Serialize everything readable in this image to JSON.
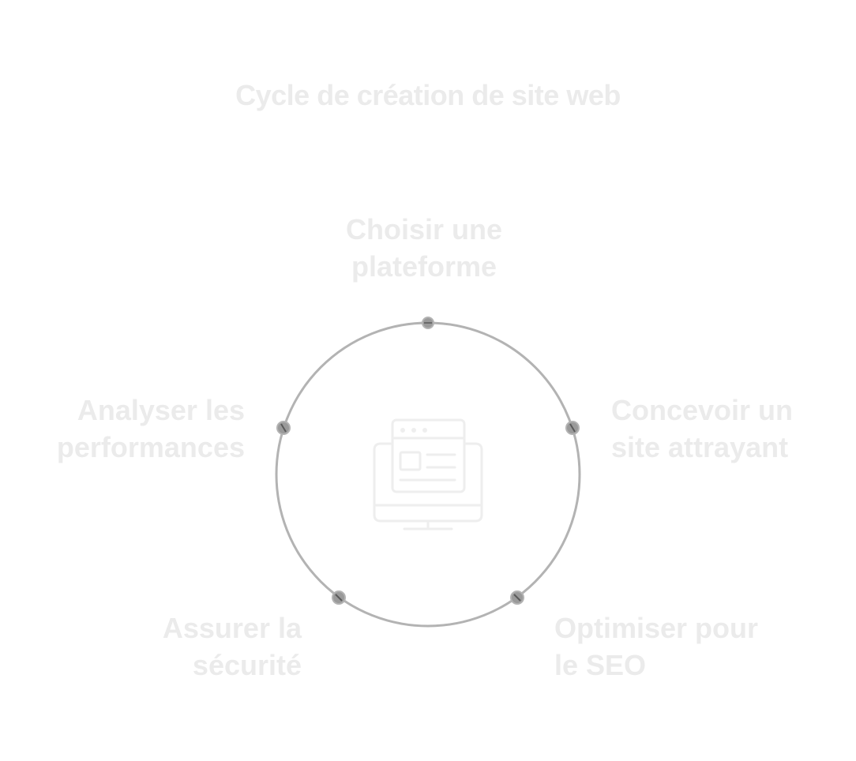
{
  "title": "Cycle de création de site web",
  "steps": [
    {
      "line1": "Choisir une",
      "line2": "plateforme"
    },
    {
      "line1": "Concevoir un",
      "line2": "site attrayant"
    },
    {
      "line1": "Optimiser pour",
      "line2": "le SEO"
    },
    {
      "line1": "Assurer la",
      "line2": "sécurité"
    },
    {
      "line1": "Analyser les",
      "line2": "performances"
    }
  ],
  "center_icon": "website-browser-icon",
  "colors": {
    "ring": "#b3b3b3",
    "node": "#8f8f8f",
    "text": "#ebebeb",
    "icon": "#eeeeee"
  }
}
